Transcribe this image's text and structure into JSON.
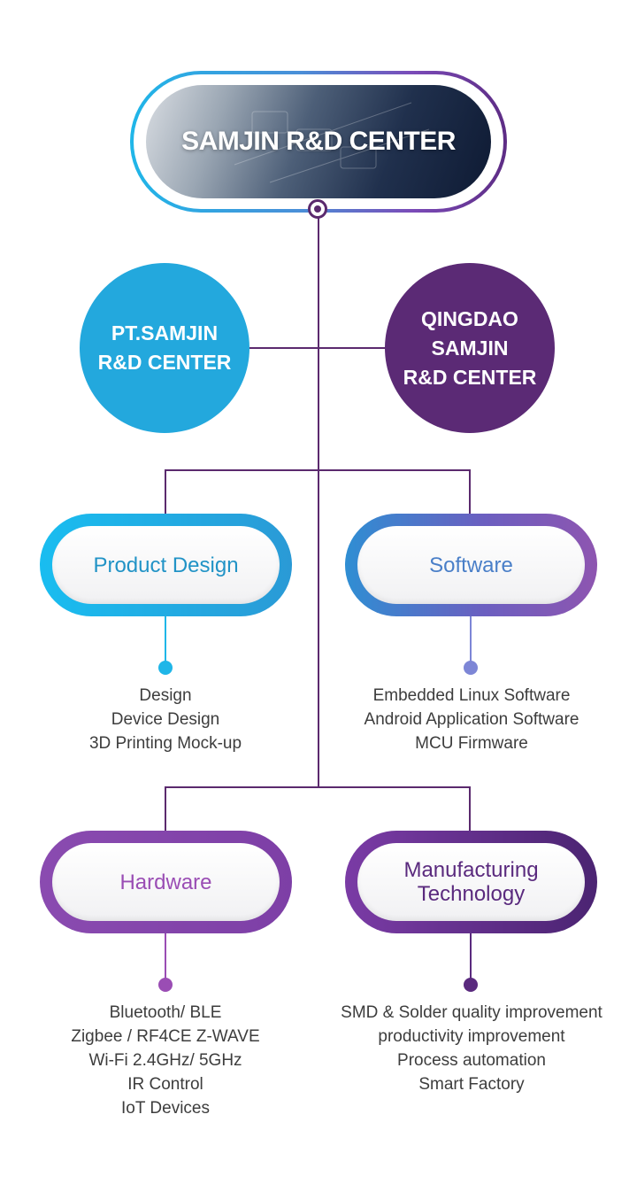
{
  "center": {
    "title": "SAMJIN R&D CENTER"
  },
  "branches": {
    "left": {
      "lines": [
        "PT.SAMJIN",
        "R&D CENTER"
      ],
      "color": "#23a8dd"
    },
    "right": {
      "lines": [
        "QINGDAO",
        "SAMJIN",
        "R&D CENTER"
      ],
      "color": "#5b2a75"
    }
  },
  "categories": {
    "product_design": {
      "label": "Product Design",
      "label_color": "#2193c6",
      "items": [
        "Design",
        "Device Design",
        "3D Printing Mock-up"
      ]
    },
    "software": {
      "label": "Software",
      "label_color": "#4a7fc8",
      "items": [
        "Embedded Linux Software",
        "Android Application Software",
        "MCU Firmware"
      ]
    },
    "hardware": {
      "label": "Hardware",
      "label_color": "#9a4db4",
      "items": [
        "Bluetooth/ BLE",
        "Zigbee / RF4CE Z-WAVE",
        "Wi-Fi 2.4GHz/ 5GHz",
        "IR Control",
        "IoT Devices"
      ]
    },
    "manufacturing": {
      "label_lines": [
        "Manufacturing",
        "Technology"
      ],
      "label_color": "#5a2a7e",
      "items": [
        "SMD & Solder quality improvement",
        "productivity improvement",
        "Process automation",
        "Smart Factory"
      ]
    }
  },
  "colors": {
    "connector": "#5b2a6e"
  }
}
